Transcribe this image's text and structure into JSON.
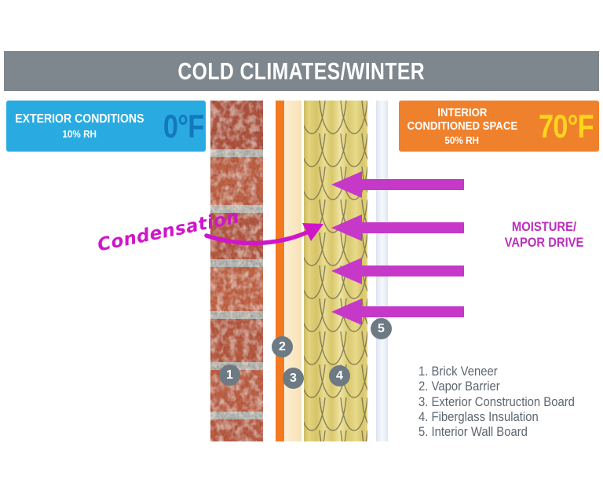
{
  "title_bar": {
    "title": "COLD CLIMATES/WINTER"
  },
  "exterior_panel": {
    "title": "EXTERIOR CONDITIONS",
    "humidity": "10% RH",
    "temperature": "0°F"
  },
  "interior_panel": {
    "title_line1": "INTERIOR",
    "title_line2": "CONDITIONED SPACE",
    "humidity": "50% RH",
    "temperature": "70°F"
  },
  "annotations": {
    "condensation_label": "Condensation",
    "moisture_line1": "MOISTURE/",
    "moisture_line2": "VAPOR DRIVE"
  },
  "wall_markers": [
    "1",
    "2",
    "3",
    "4",
    "5"
  ],
  "legend": {
    "items": [
      "1. Brick Veneer",
      "2. Vapor Barrier",
      "3. Exterior Construction Board",
      "4. Fiberglass Insulation",
      "5. Interior Wall Board"
    ]
  },
  "colors": {
    "title_bar_bg": "#7e878e",
    "exterior_bg": "#29abe2",
    "exterior_temp": "#1478be",
    "interior_bg": "#f0812c",
    "interior_temp": "#ffd41e",
    "arrow_magenta": "#c538c8",
    "condensation_magenta": "#cf16c9",
    "vapor_barrier_orange": "#f47a20",
    "marker_gray": "#6d7a84",
    "legend_text": "#5c666f"
  }
}
